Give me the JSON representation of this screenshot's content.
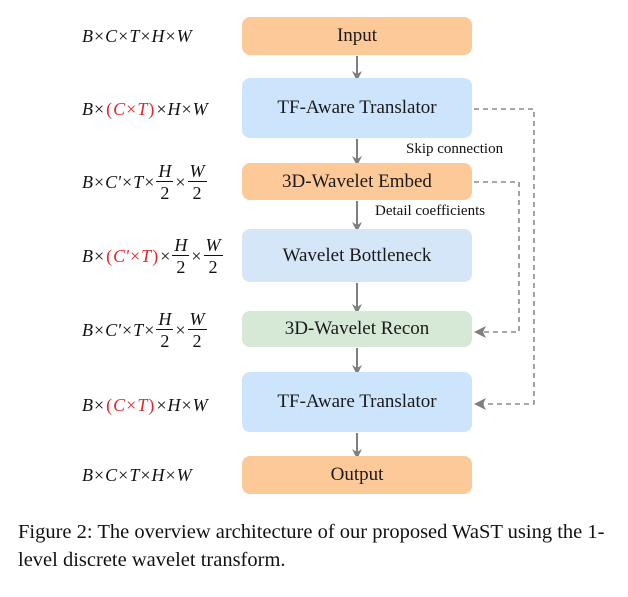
{
  "diagram": {
    "blocks": [
      {
        "id": "input",
        "label": "Input",
        "color": "#fdc999"
      },
      {
        "id": "tf-aware-translator-1",
        "label": "TF-Aware Translator",
        "color": "#cce4fc"
      },
      {
        "id": "3d-wavelet-embed",
        "label": "3D-Wavelet Embed",
        "color": "#fdc999"
      },
      {
        "id": "wavelet-bottleneck",
        "label": "Wavelet Bottleneck",
        "color": "#d5e6f8"
      },
      {
        "id": "3d-wavelet-recon",
        "label": "3D-Wavelet Recon",
        "color": "#d6e8d6"
      },
      {
        "id": "tf-aware-translator-2",
        "label": "TF-Aware Translator",
        "color": "#cce4fc"
      },
      {
        "id": "output",
        "label": "Output",
        "color": "#fdc999"
      }
    ],
    "shapes": {
      "full": {
        "B": "B",
        "C": "C",
        "T": "T",
        "H": "H",
        "W": "W",
        "times": "×"
      },
      "reduced_c": "C'",
      "half_den": "2",
      "lparen": "(",
      "rparen": ")"
    },
    "edge_labels": {
      "skip": "Skip connection",
      "detail": "Detail coefficients"
    },
    "highlight_color": "#e4262a",
    "arrow_color": "#7f7f7f"
  },
  "caption": "Figure 2: The overview architecture of our proposed WaST using the 1-level discrete wavelet transform."
}
